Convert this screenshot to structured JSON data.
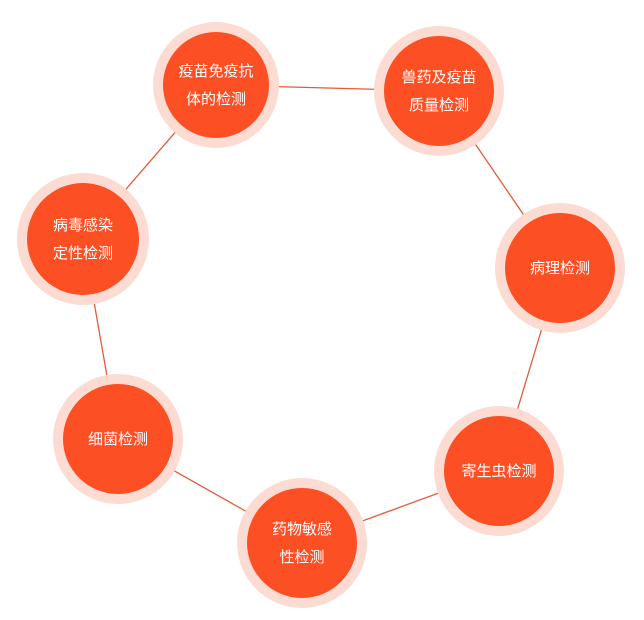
{
  "colors": {
    "ring_line": "#e65a3a",
    "node_outer": "#fcdcd2",
    "node_inner": "#fc4f23",
    "node_text": "#ffffff"
  },
  "nodes": [
    {
      "id": "vaccine-antibody",
      "lines": [
        "疫苗免疫抗",
        "体的检测"
      ]
    },
    {
      "id": "vet-drug-vaccine-quality",
      "lines": [
        "兽药及疫苗",
        "质量检测"
      ]
    },
    {
      "id": "pathology",
      "lines": [
        "病理检测"
      ]
    },
    {
      "id": "parasite",
      "lines": [
        "寄生虫检测"
      ]
    },
    {
      "id": "drug-sensitivity",
      "lines": [
        "药物敏感",
        "性检测"
      ]
    },
    {
      "id": "bacteria",
      "lines": [
        "细菌检测"
      ]
    },
    {
      "id": "virus-infection-typing",
      "lines": [
        "病毒感染",
        "定性检测"
      ]
    }
  ]
}
